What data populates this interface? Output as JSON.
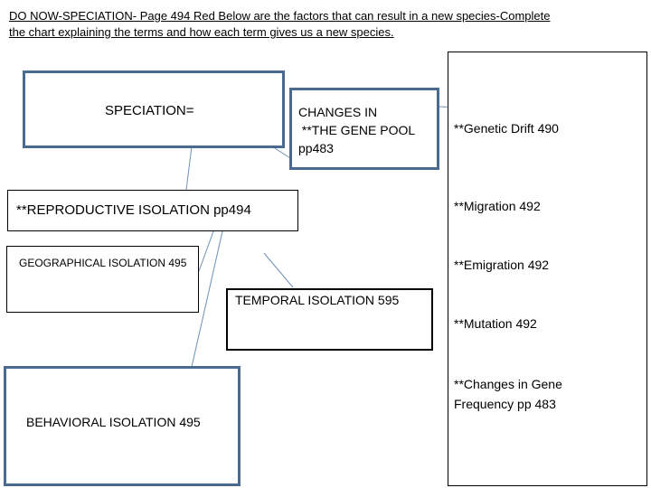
{
  "header": {
    "line1": "DO NOW-SPECIATION- Page 494 Red   Below are the factors that can result in a new species-Complete",
    "line2": "the chart explaining the terms and how each term gives us a new species."
  },
  "diagram": {
    "speciation": "SPECIATION=",
    "gene_pool": [
      "CHANGES IN",
      " **THE GENE POOL",
      "pp483"
    ],
    "reproductive": "**REPRODUCTIVE ISOLATION pp494",
    "geographical": "GEOGRAPHICAL ISOLATION 495",
    "temporal": "TEMPORAL ISOLATION 595",
    "behavioral": "BEHAVIORAL ISOLATION 495",
    "factors": [
      "**Genetic Drift 490",
      "**Migration 492",
      "**Emigration 492",
      "**Mutation 492",
      "**Changes in Gene",
      "Frequency pp 483"
    ]
  },
  "colors": {
    "box_border": "#4a6a8f",
    "connector": "#6f8fb8"
  }
}
